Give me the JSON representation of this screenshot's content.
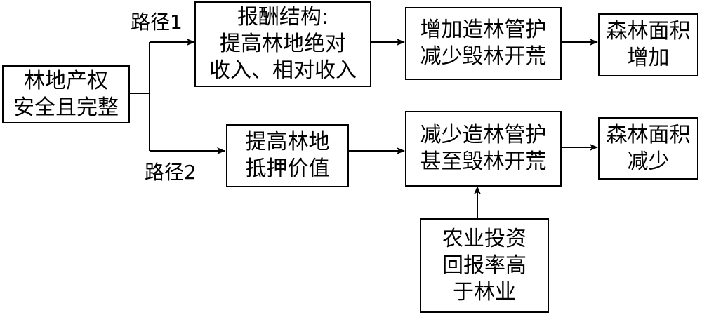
{
  "nodes": {
    "root": {
      "lines": [
        "林地产权",
        "安全且完整"
      ]
    },
    "reward": {
      "lines": [
        "报酬结构:",
        "提高林地绝对",
        "收入、相对收入"
      ]
    },
    "collateral": {
      "lines": [
        "提高林地",
        "抵押价值"
      ]
    },
    "increase_mgmt": {
      "lines": [
        "增加造林管护",
        "减少毁林开荒"
      ]
    },
    "decrease_mgmt": {
      "lines": [
        "减少造林管护",
        "甚至毁林开荒"
      ]
    },
    "forest_up": {
      "lines": [
        "森林面积",
        "增加"
      ]
    },
    "forest_down": {
      "lines": [
        "森林面积",
        "减少"
      ]
    },
    "agri": {
      "lines": [
        "农业投资",
        "回报率高",
        "于林业"
      ]
    }
  },
  "path_labels": {
    "path1": "路径1",
    "path2": "路径2"
  },
  "colors": {
    "stroke": "#000000",
    "background": "#ffffff"
  }
}
